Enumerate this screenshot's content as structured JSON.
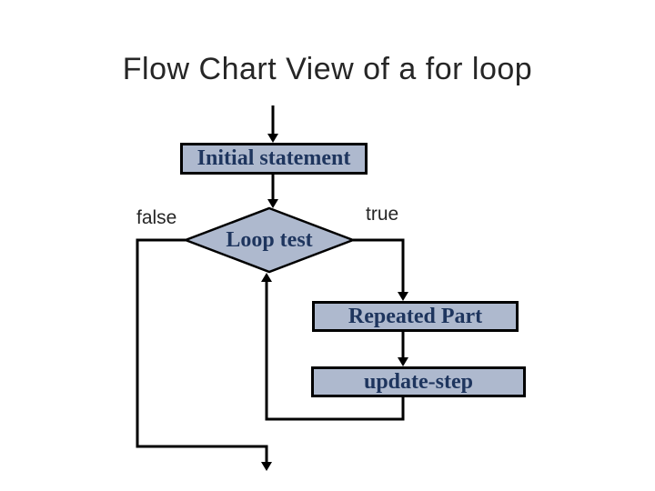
{
  "slide": {
    "title": "Flow Chart View of a for loop"
  },
  "flowchart": {
    "nodes": {
      "initial": {
        "label": "Initial statement",
        "shape": "rectangle"
      },
      "test": {
        "label": "Loop test",
        "shape": "diamond"
      },
      "repeated": {
        "label": "Repeated Part",
        "shape": "rectangle"
      },
      "update": {
        "label": "update-step",
        "shape": "rectangle"
      }
    },
    "branch_labels": {
      "false_branch": "false",
      "true_branch": "true"
    },
    "colors": {
      "node_fill": "#aeb9ce",
      "node_border": "#000000",
      "node_text": "#1e355e",
      "connector": "#000000",
      "title_text": "#262626"
    }
  }
}
